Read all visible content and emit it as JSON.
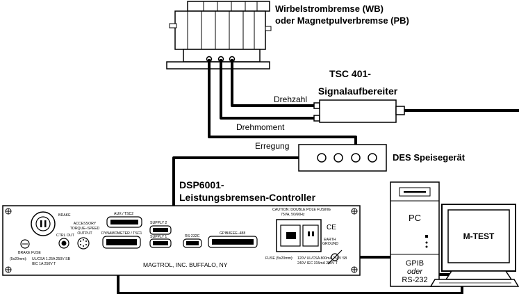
{
  "brake": {
    "label_line1": "Wirbelstrombremse (WB)",
    "label_line2": "oder Magnetpulverbremse (PB)"
  },
  "tsc": {
    "title_line1": "TSC 401-",
    "title_line2": "Signalaufbereiter"
  },
  "cables": {
    "speed": "Drehzahl",
    "torque": "Drehmoment",
    "excitation": "Erregung"
  },
  "des": {
    "label": "DES Speisegerät"
  },
  "controller": {
    "title_line1": "DSP6001-",
    "title_line2": "Leistungsbremsen-Controller",
    "brake_label": "BRAKE",
    "brake_fuse": "BRAKE FUSE",
    "fuse_spec_line1": "UL/CSA  1.25A  250V  SB",
    "fuse_spec_prefix": "(5x20mm):",
    "fuse_spec_line2": "IEC  1A  250V  T",
    "ctrl_out": "CTRL OUT",
    "accessory_line1": "ACCESSORY",
    "accessory_line2": "TORQUE–SPEED",
    "accessory_line3": "OUTPUT",
    "aux_tsc2": "AUX / TSC2",
    "dyno_tsc1": "DYNAMOMETER / TSC1",
    "supply2": "SUPPLY 2",
    "supply1": "SUPPLY 1",
    "rs232c": "RS-232C",
    "gpib": "GPIB/IEEE–488",
    "caution_line1": "CAUTION:  DOUBLE POLE FUSING",
    "caution_line2": "75VA, 50/60Hz",
    "ce_mark": "CE",
    "earth_line1": "EARTH",
    "earth_line2": "GROUND",
    "fuse_right_prefix": "FUSE  (5x20mm):",
    "fuse_right_line1": "120V  UL/CSA  800mA  250V  SB",
    "fuse_right_line2": "240V  IEC  315mA  250V  T",
    "maker": "MAGTROL, INC.  BUFFALO, NY"
  },
  "pc": {
    "label": "PC",
    "gpib_line1": "GPIB",
    "gpib_line2": "oder",
    "gpib_line3": "RS-232"
  },
  "monitor": {
    "label": "M-TEST"
  }
}
